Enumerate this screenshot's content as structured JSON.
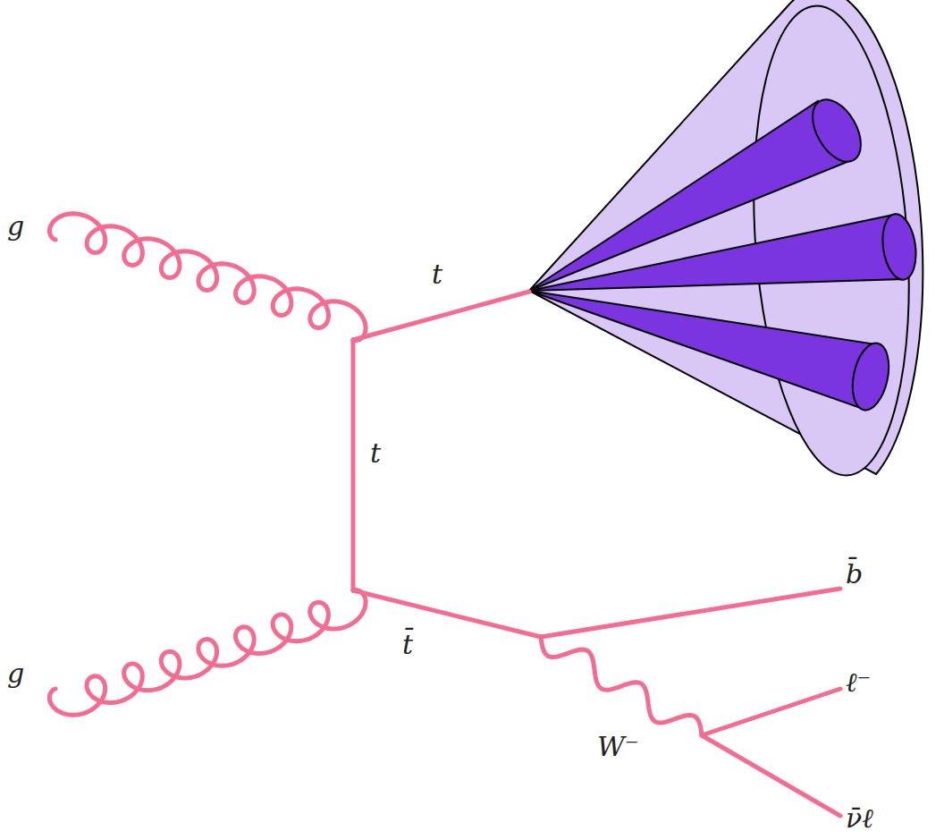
{
  "diagram": {
    "labels": [
      "g",
      "g",
      "t",
      "t",
      "t̄",
      "b̄",
      "ℓ⁻",
      "W⁻",
      "ν̄ℓ"
    ]
  }
}
